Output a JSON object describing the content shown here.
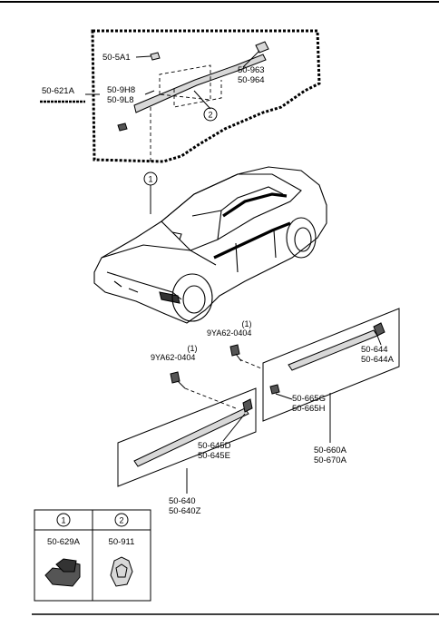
{
  "top_group": {
    "outer_label": "50-621A",
    "labels": {
      "p5a1": "50-5A1",
      "p9h8": "50-9H8",
      "p9l8": "50-9L8",
      "p963": "50-963",
      "p964": "50-964"
    },
    "callout_2": "2",
    "callout_1": "1"
  },
  "bolts": {
    "upper": {
      "code": "9YA62-0404",
      "qty": "(1)"
    },
    "lower": {
      "code": "9YA62-0404",
      "qty": "(1)"
    }
  },
  "right_group": {
    "labels": {
      "p644": "50-644",
      "p644a": "50-644A",
      "p665g": "50-665G",
      "p665h": "50-665H",
      "p660a": "50-660A",
      "p670a": "50-670A"
    }
  },
  "left_group": {
    "labels": {
      "p645d": "50-645D",
      "p645e": "50-645E",
      "p640": "50-640",
      "p640z": "50-640Z"
    }
  },
  "legend": {
    "items": [
      {
        "key": "1",
        "part": "50-629A"
      },
      {
        "key": "2",
        "part": "50-911"
      }
    ]
  }
}
